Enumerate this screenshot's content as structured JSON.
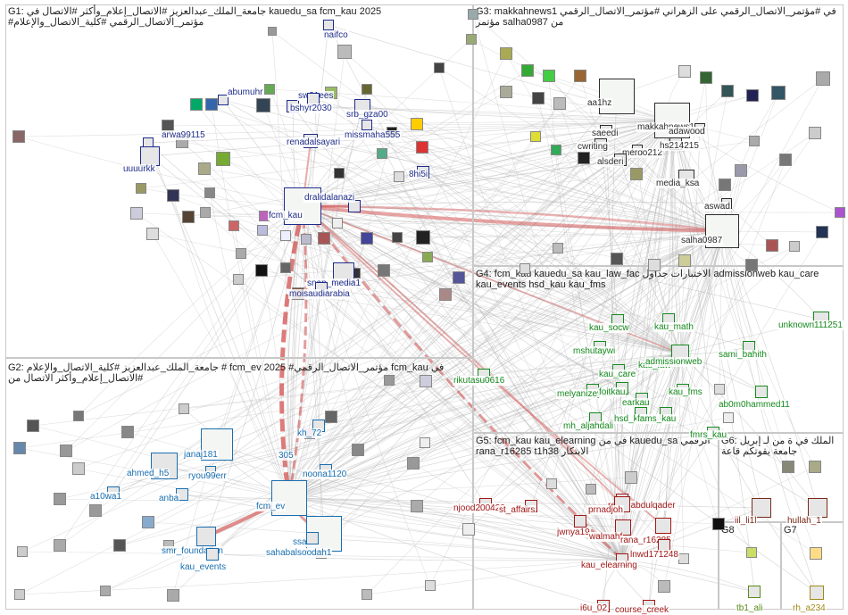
{
  "colors": {
    "g1": "#1f2d8a",
    "g2": "#1a6fb0",
    "g3": "#2d2d2d",
    "g4": "#168a1e",
    "g5": "#a11818",
    "g6": "#7a2a1a",
    "g7": "#a08a1a",
    "g8": "#5a8a1a",
    "edge_gray": "#b9b9b9",
    "edge_red": "#d45a5a"
  },
  "groups": [
    {
      "id": "g1",
      "title": "G1: جامعة_الملك_عبدالعزيز #الاتصال_إعلام_وأكثر #الاتصال في kauedu_sa fcm_kau 2025 #مؤتمر_الاتصال_الرقمي #كلية_الاتصال_والإعلام"
    },
    {
      "id": "g2",
      "title": "G2: جامعة_الملك_عبدالعزيز #كلية_الاتصال_والإعلام # fcm_ev 2025 #مؤتمر_الاتصال_الرقمي fcm_kau في #الاتصال_إعلام_وأكثر الاتصال من"
    },
    {
      "id": "g3",
      "title": "G3: makkahnews1 في #مؤتمر_الاتصال_الرقمي على الزهراني #مؤتمر_الاتصال_الرقمي مؤتمر salha0987 من"
    },
    {
      "id": "g4",
      "title": "G4: fcm_kau kauedu_sa kau_law_fac الاختبارات جداول admissionweb kau_care kau_events hsd_kau kau_fms"
    },
    {
      "id": "g5",
      "title": "G5: fcm_kau kau_elearning في من kauedu_sa الرقمي rana_r16285 t1h38 الابتكار"
    },
    {
      "id": "g6",
      "title": "G6: الملك في ة من لـ إبريل جامعة يقوتكم قاعة"
    },
    {
      "id": "g7",
      "title": "G7"
    },
    {
      "id": "g8",
      "title": "G8"
    }
  ],
  "nodes": [
    {
      "label": "naifco",
      "group": "g1"
    },
    {
      "label": "abumuhr",
      "group": "g1"
    },
    {
      "label": "sw21ees",
      "group": "g1"
    },
    {
      "label": "bshyr2030",
      "group": "g1"
    },
    {
      "label": "srb_gza00",
      "group": "g1"
    },
    {
      "label": "missmaha555",
      "group": "g1"
    },
    {
      "label": "arwa99115",
      "group": "g1"
    },
    {
      "label": "renadalsayari",
      "group": "g1"
    },
    {
      "label": "uuuurkk",
      "group": "g1"
    },
    {
      "label": "8hi5i",
      "group": "g1"
    },
    {
      "label": "fcm_kau",
      "group": "g1"
    },
    {
      "label": "dralidalanazi",
      "group": "g1"
    },
    {
      "label": "snap_media1",
      "group": "g1"
    },
    {
      "label": "moisaudiarabia",
      "group": "g1"
    },
    {
      "label": "aa1hz",
      "group": "g3"
    },
    {
      "label": "makkahnews1",
      "group": "g3"
    },
    {
      "label": "saeedi",
      "group": "g3"
    },
    {
      "label": "adawood",
      "group": "g3"
    },
    {
      "label": "cwriting",
      "group": "g3"
    },
    {
      "label": "meroo212",
      "group": "g3"
    },
    {
      "label": "hs214215",
      "group": "g3"
    },
    {
      "label": "alsderi",
      "group": "g3"
    },
    {
      "label": "media_ksa",
      "group": "g3"
    },
    {
      "label": "aswad",
      "group": "g3"
    },
    {
      "label": "salha0987",
      "group": "g3"
    },
    {
      "label": "kau_socw",
      "group": "g4"
    },
    {
      "label": "kau_math",
      "group": "g4"
    },
    {
      "label": "unknown111251",
      "group": "g4"
    },
    {
      "label": "mshutaywi",
      "group": "g4"
    },
    {
      "label": "sami_bahith",
      "group": "g4"
    },
    {
      "label": "kau_law",
      "group": "g4"
    },
    {
      "label": "admissionweb",
      "group": "g4"
    },
    {
      "label": "kau_care",
      "group": "g4"
    },
    {
      "label": "melyanizeyad",
      "group": "g4"
    },
    {
      "label": "foitkau",
      "group": "g4"
    },
    {
      "label": "earkau",
      "group": "g4"
    },
    {
      "label": "kau_fms",
      "group": "g4"
    },
    {
      "label": "ab0m0hammed11",
      "group": "g4"
    },
    {
      "label": "rikutasu0616",
      "group": "g4"
    },
    {
      "label": "mh_aljahdali",
      "group": "g4"
    },
    {
      "label": "hsd_kau",
      "group": "g4"
    },
    {
      "label": "fams_kau",
      "group": "g4"
    },
    {
      "label": "fmrs_kau",
      "group": "g4"
    },
    {
      "label": "kh_72",
      "group": "g2"
    },
    {
      "label": "janaj181",
      "group": "g2"
    },
    {
      "label": "ryou99err",
      "group": "g2"
    },
    {
      "label": "ahmed_h5",
      "group": "g2"
    },
    {
      "label": "a10wa1",
      "group": "g2"
    },
    {
      "label": "305",
      "group": "g2"
    },
    {
      "label": "noona1120",
      "group": "g2"
    },
    {
      "label": "fcm_ev",
      "group": "g2"
    },
    {
      "label": "anba",
      "group": "g2"
    },
    {
      "label": "ssadtv",
      "group": "g2"
    },
    {
      "label": "sahabalsoodah1",
      "group": "g2"
    },
    {
      "label": "smr_foundation",
      "group": "g2"
    },
    {
      "label": "kau_events",
      "group": "g2"
    },
    {
      "label": "njood200420",
      "group": "g5"
    },
    {
      "label": "st_affairs",
      "group": "g5"
    },
    {
      "label": "renadabdulqader",
      "group": "g5"
    },
    {
      "label": "jwnya19",
      "group": "g5"
    },
    {
      "label": "prnadjoh",
      "group": "g5"
    },
    {
      "label": "walmahf",
      "group": "g5"
    },
    {
      "label": "rana_r16285",
      "group": "g5"
    },
    {
      "label": "lnwd171248",
      "group": "g5"
    },
    {
      "label": "kau_elearning",
      "group": "g5"
    },
    {
      "label": "i6u_02",
      "group": "g5"
    },
    {
      "label": "course_creek",
      "group": "g5"
    },
    {
      "label": "iil_li1l",
      "group": "g6"
    },
    {
      "label": "hullah_1",
      "group": "g6"
    },
    {
      "label": "tb1_ali",
      "group": "g8"
    },
    {
      "label": "rh_a234",
      "group": "g7"
    }
  ]
}
